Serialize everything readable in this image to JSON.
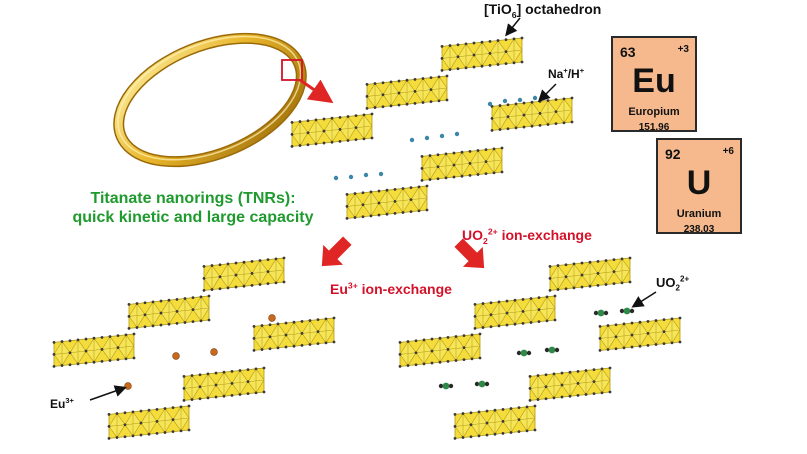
{
  "labels": {
    "octahedron": "[TiO",
    "octahedron_sub": "6",
    "octahedron_tail": "] octahedron",
    "interlayer_ion": "Na",
    "interlayer_ion_sup1": "+",
    "interlayer_ion_mid": "/H",
    "interlayer_ion_sup2": "+",
    "tnr_line1": "Titanate nanorings (TNRs):",
    "tnr_line2": "quick kinetic and large capacity",
    "eu_exchange": "Eu",
    "eu_exchange_sup": "3+",
    "eu_exchange_tail": " ion-exchange",
    "uo2_exchange": "UO",
    "uo2_exchange_sub": "2",
    "uo2_exchange_sup": "2+",
    "uo2_exchange_tail": " ion-exchange",
    "eu_ion": "Eu",
    "eu_ion_sup": "3+",
    "uo2_ion": "UO",
    "uo2_ion_sub": "2",
    "uo2_ion_sup": "2+"
  },
  "elements": [
    {
      "number": "63",
      "oxidation": "+3",
      "symbol": "Eu",
      "name": "Europium",
      "mass": "151.96"
    },
    {
      "number": "92",
      "oxidation": "+6",
      "symbol": "U",
      "name": "Uranium",
      "mass": "238.03"
    }
  ],
  "colors": {
    "octahedron": "#f3dc3c",
    "octahedron_edge": "#b59a12",
    "oxygen": "#3a3a3a",
    "cation_dot": "#3b86a8",
    "eu_ion": "#c86a1e",
    "uranyl_u": "#2f8a4a",
    "uranyl_o": "#2a2a2a",
    "ring": "#e8b52a",
    "arrow_red": "#e02525",
    "element_card": "#f6b98e"
  }
}
